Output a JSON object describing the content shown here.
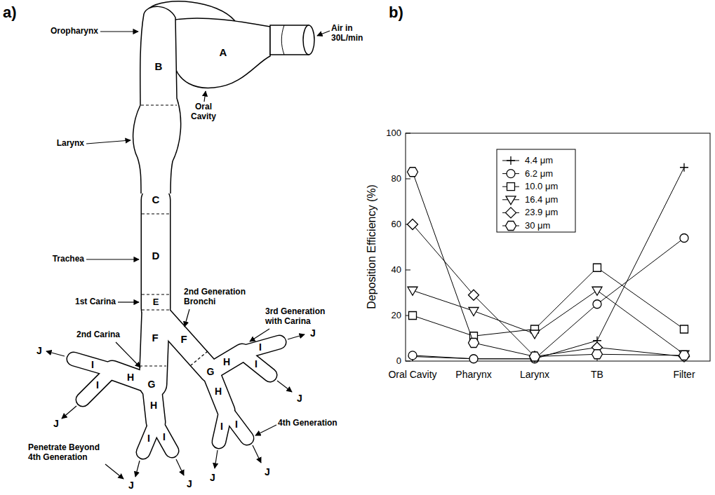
{
  "diagram": {
    "labels": [
      "a)",
      "b)",
      "Oropharynx",
      "Air in 30L/min",
      "A",
      "B",
      "Oral Cavity",
      "Larynx",
      "C",
      "Trachea",
      "D",
      "2nd Generation Bronchi",
      "1st Carina",
      "E",
      "F",
      "F",
      "2nd Carina",
      "3rd Generation with Carina",
      "G",
      "H",
      "I",
      "I",
      "J",
      "J",
      "H",
      "I",
      "I",
      "J",
      "J",
      "G",
      "H",
      "I",
      "I",
      "J",
      "J",
      "H",
      "I",
      "I",
      "J",
      "J",
      "4th Generation",
      "Penetrate Beyond 4th Generation",
      "0",
      "20",
      "40",
      "60",
      "80",
      "100",
      "Deposition Efficiency (%)",
      "Oral Cavity",
      "Pharynx",
      "Larynx",
      "TB",
      "Filter"
    ],
    "legend": [
      {
        "text": "4.4 μm"
      },
      {
        "text": "6.2 μm"
      },
      {
        "text": "10.0 μm"
      },
      {
        "text": "16.4 μm"
      },
      {
        "text": "23.9 μm"
      },
      {
        "text": "30 μm"
      }
    ]
  }
}
